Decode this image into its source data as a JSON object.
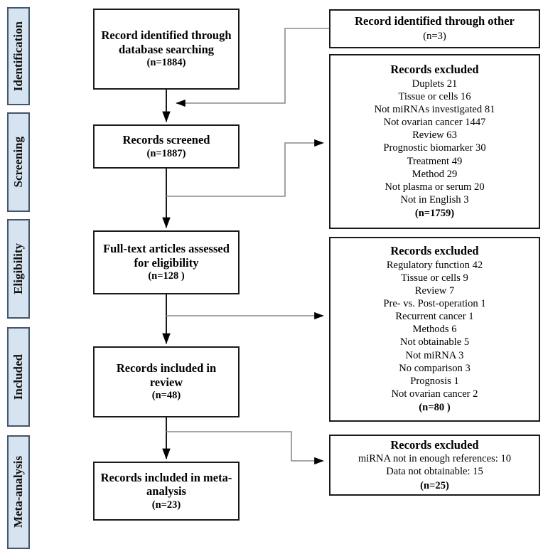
{
  "diagram": {
    "title": "PRISMA flow diagram",
    "type": "flowchart",
    "accent_color": "#d6e3f1",
    "stage_border_color": "#44546a",
    "box_border_color": "#1a1a1a",
    "connector_color": "#808080",
    "arrow_color": "#000000"
  },
  "stages": [
    {
      "label": "Identification"
    },
    {
      "label": "Screening"
    },
    {
      "label": "Eligibility"
    },
    {
      "label": "Included"
    },
    {
      "label": "Meta-analysis"
    }
  ],
  "flow_boxes": [
    {
      "title": "Record identified through database searching",
      "count": "(n=1884)"
    },
    {
      "title": "Records screened",
      "count": "(n=1887)"
    },
    {
      "title": "Full-text articles assessed for eligibility",
      "count": "(n=128 )"
    },
    {
      "title": "Records included in review",
      "count": "(n=48)"
    },
    {
      "title": "Records included in meta-analysis",
      "count": "(n=23)"
    }
  ],
  "other_source": {
    "title": "Record identified through other",
    "count": "(n=3)"
  },
  "exclusions": [
    {
      "title": "Records excluded",
      "items": [
        "Duplets 21",
        "Tissue or cells 16",
        "Not miRNAs investigated 81",
        "Not ovarian cancer 1447",
        "Review 63",
        "Prognostic biomarker 30",
        "Treatment 49",
        "Method 29",
        "Not plasma or serum 20",
        "Not in English 3"
      ],
      "count": "(n=1759)"
    },
    {
      "title": "Records excluded",
      "items": [
        "Regulatory function 42",
        "Tissue or cells 9",
        "Review 7",
        "Pre- vs. Post-operation 1",
        "Recurrent cancer 1",
        "Methods 6",
        "Not obtainable 5",
        "Not miRNA 3",
        "No comparison 3",
        "Prognosis 1",
        "Not ovarian cancer 2"
      ],
      "count": "(n=80 )"
    },
    {
      "title": "Records excluded",
      "items": [
        "miRNA not in enough references: 10",
        "Data not obtainable: 15"
      ],
      "count": "(n=25)"
    }
  ]
}
